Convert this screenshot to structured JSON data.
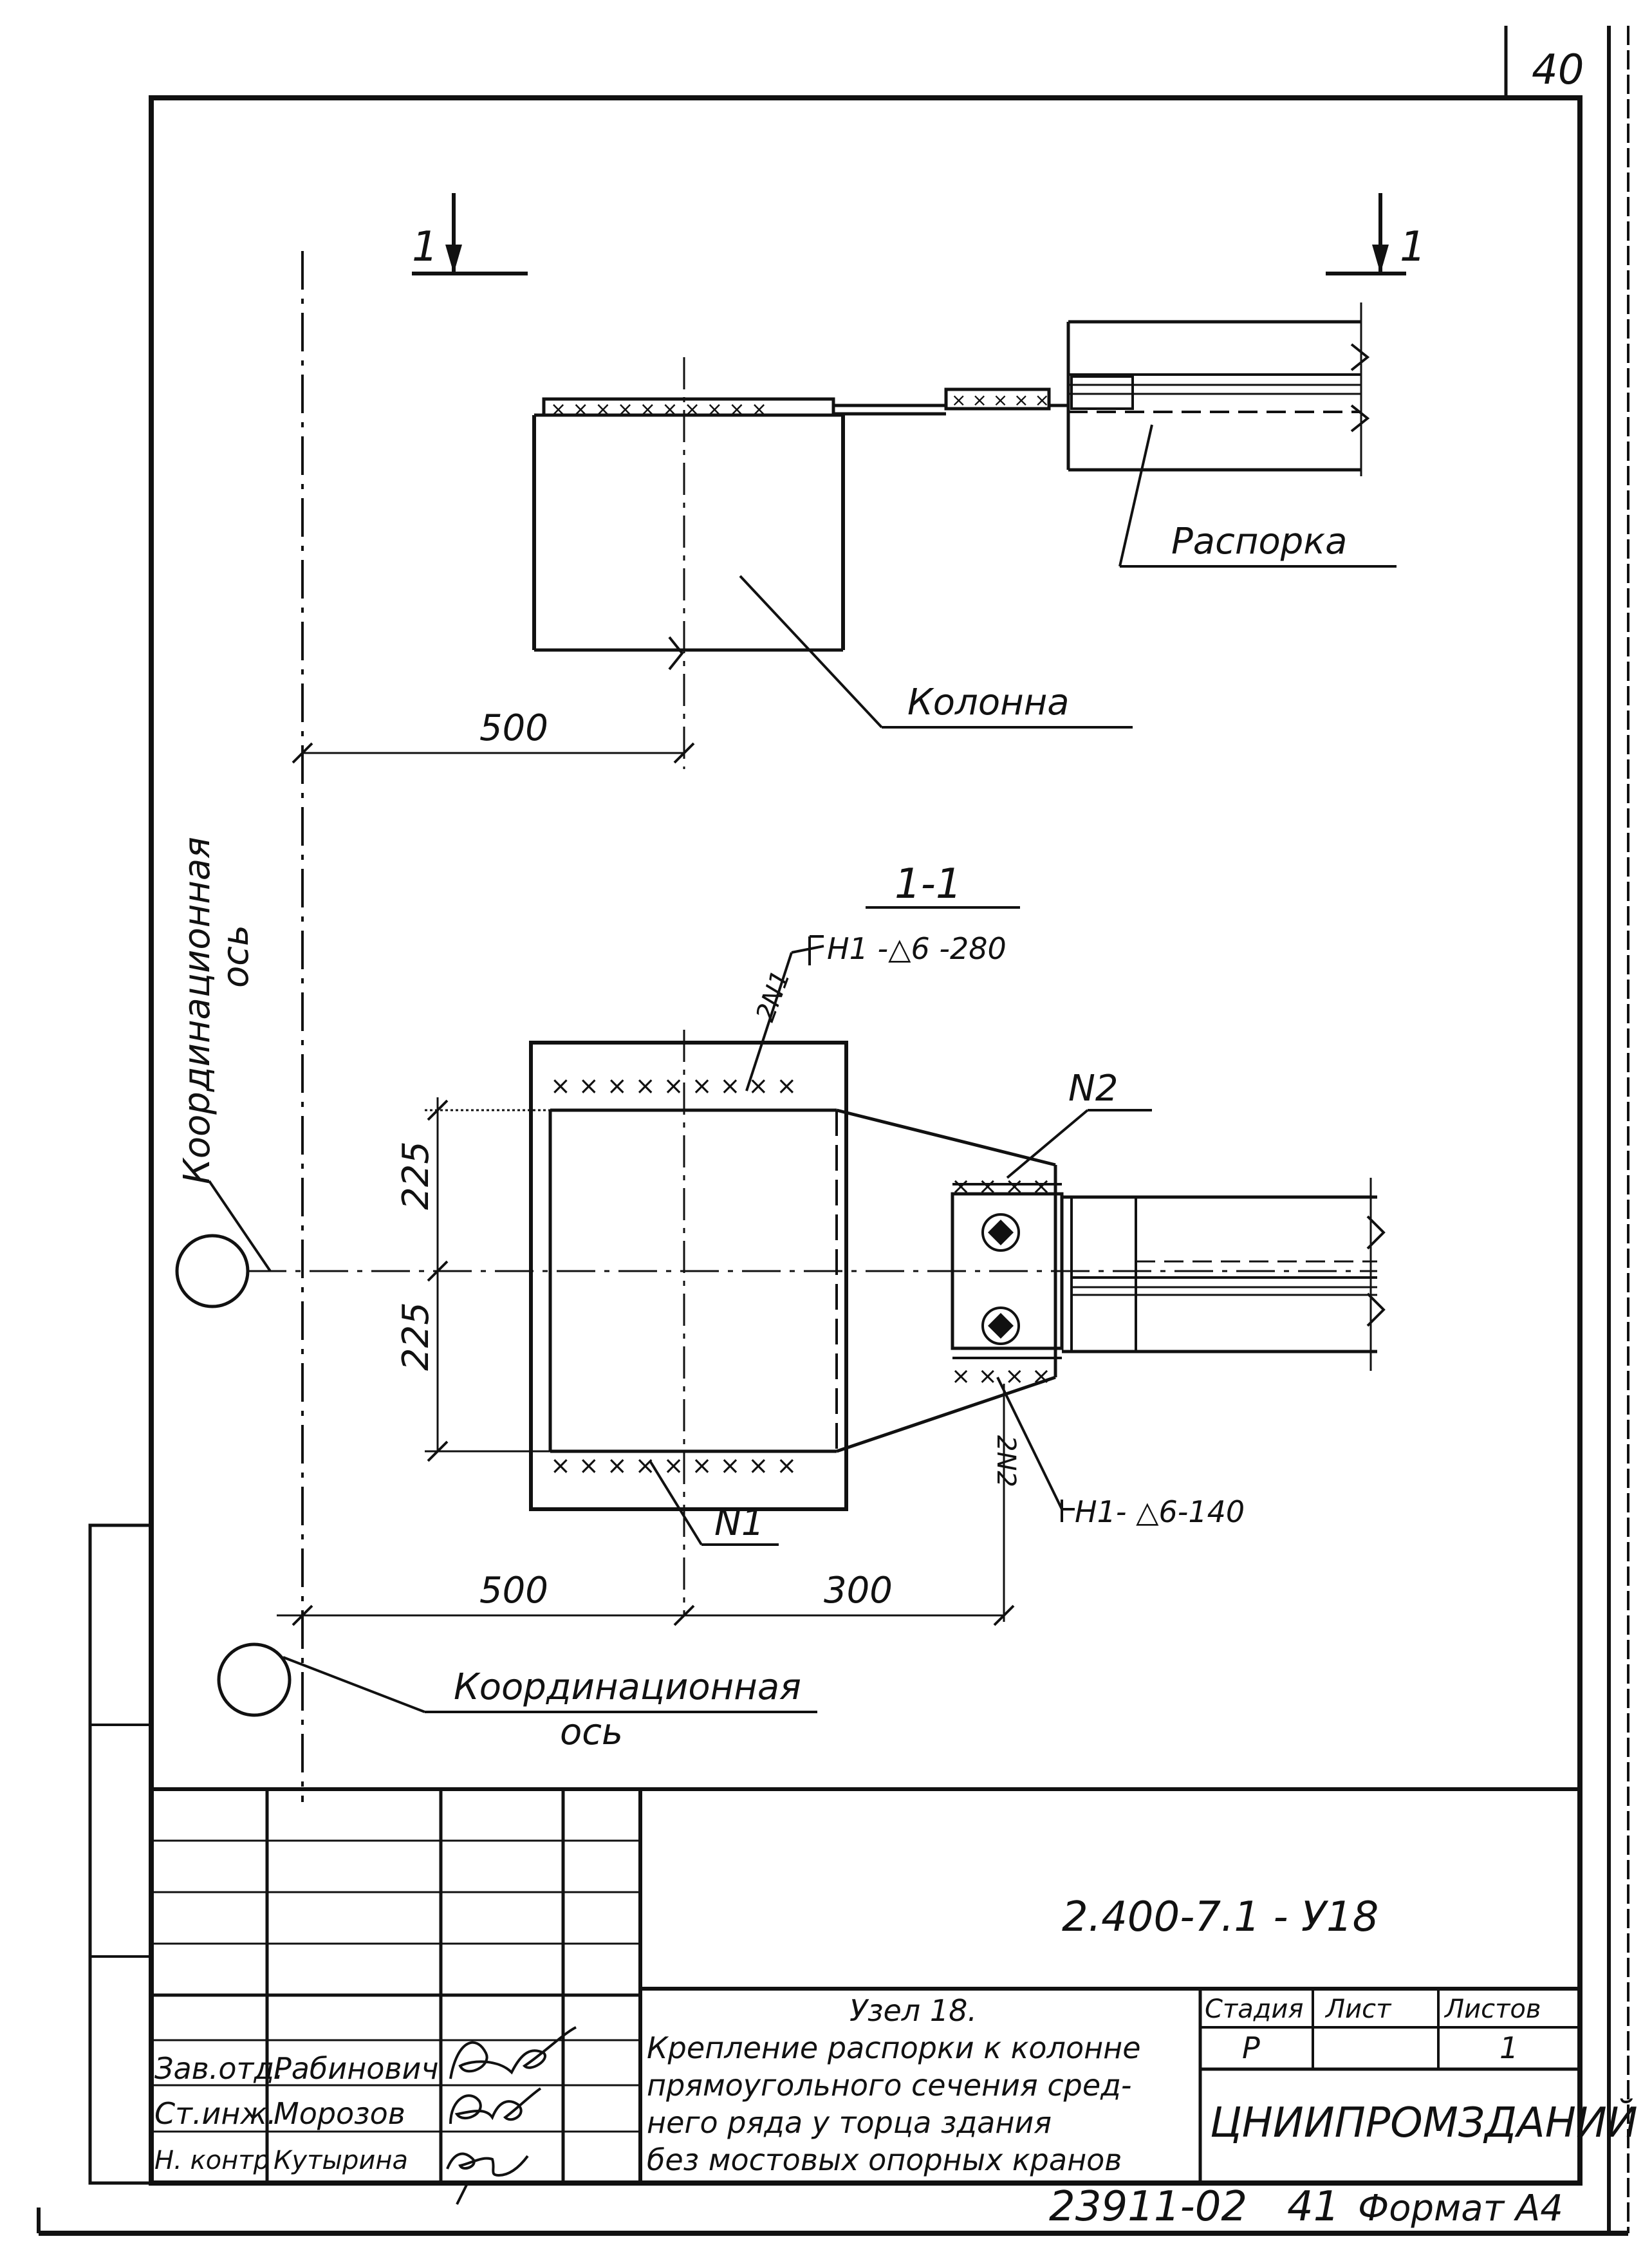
{
  "page_number": "40",
  "section_mark": {
    "label": "1"
  },
  "top_view": {
    "label_raspork": "Распорка",
    "label_kolonna": "Колонна",
    "dim_500": "500"
  },
  "section_view": {
    "title": "1-1",
    "dims": {
      "d225_top": "225",
      "d225_bottom": "225",
      "d500": "500",
      "d300": "300"
    },
    "weld_top_mark": "2N1",
    "weld_top_spec": "Н1 -△6 -280",
    "weld_bottom_mark": "2N2",
    "weld_bottom_spec": "Н1- △6-140",
    "label_n1": "N1",
    "label_n2": "N2"
  },
  "axis_vertical": {
    "line1": "Координационная",
    "line2": "ось"
  },
  "axis_horizontal": {
    "line1": "Координационная",
    "line2": "ось"
  },
  "title_block": {
    "doc_code": "2.400-7.1 - У18",
    "title_lines": [
      "Узел 18.",
      "Крепление распорки к колонне",
      "прямоугольного сечения сред-",
      "него ряда у торца здания",
      "без мостовых опорных кранов"
    ],
    "stage_header": "Стадия",
    "sheet_header": "Лист",
    "sheets_header": "Листов",
    "stage_value": "Р",
    "sheet_value": "",
    "sheets_value": "1",
    "org": "ЦНИИПРОМЗДАНИЙ",
    "rows": [
      {
        "role": "Зав.отд.",
        "name": "Рабинович"
      },
      {
        "role": "Ст.инж.",
        "name": "Морозов"
      },
      {
        "role": "Н. контр",
        "name": "Кутырина"
      }
    ]
  },
  "footer": {
    "inventory": "23911-02",
    "number": "41",
    "format": "Формат А4"
  }
}
